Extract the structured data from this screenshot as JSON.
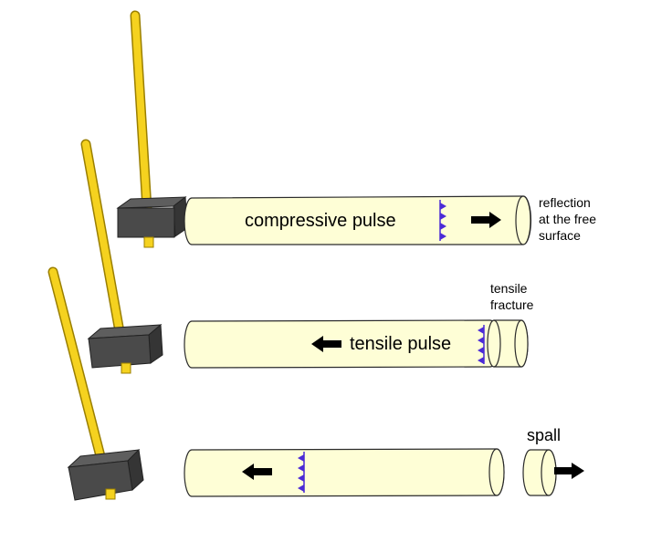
{
  "colors": {
    "rod_fill": "#fefed6",
    "rod_stroke": "#2b2b2b",
    "handle": "#f5d21f",
    "handle_stroke": "#9a7f00",
    "hammer_front": "#4a4a4a",
    "hammer_top": "#5e5e5e",
    "hammer_side": "#353535",
    "wave": "#4b2bd6",
    "arrow": "#000000"
  },
  "panels": [
    {
      "pulse_label": "compressive pulse",
      "arrow_direction": "right",
      "annotation_lines": [
        "reflection",
        "at the free",
        "surface"
      ]
    },
    {
      "pulse_label": "tensile pulse",
      "arrow_direction": "left",
      "annotation_lines": [
        "tensile",
        "fracture"
      ]
    },
    {
      "pulse_label": "",
      "arrow_direction": "left",
      "spall_label": "spall",
      "spall_arrow_direction": "right"
    }
  ]
}
